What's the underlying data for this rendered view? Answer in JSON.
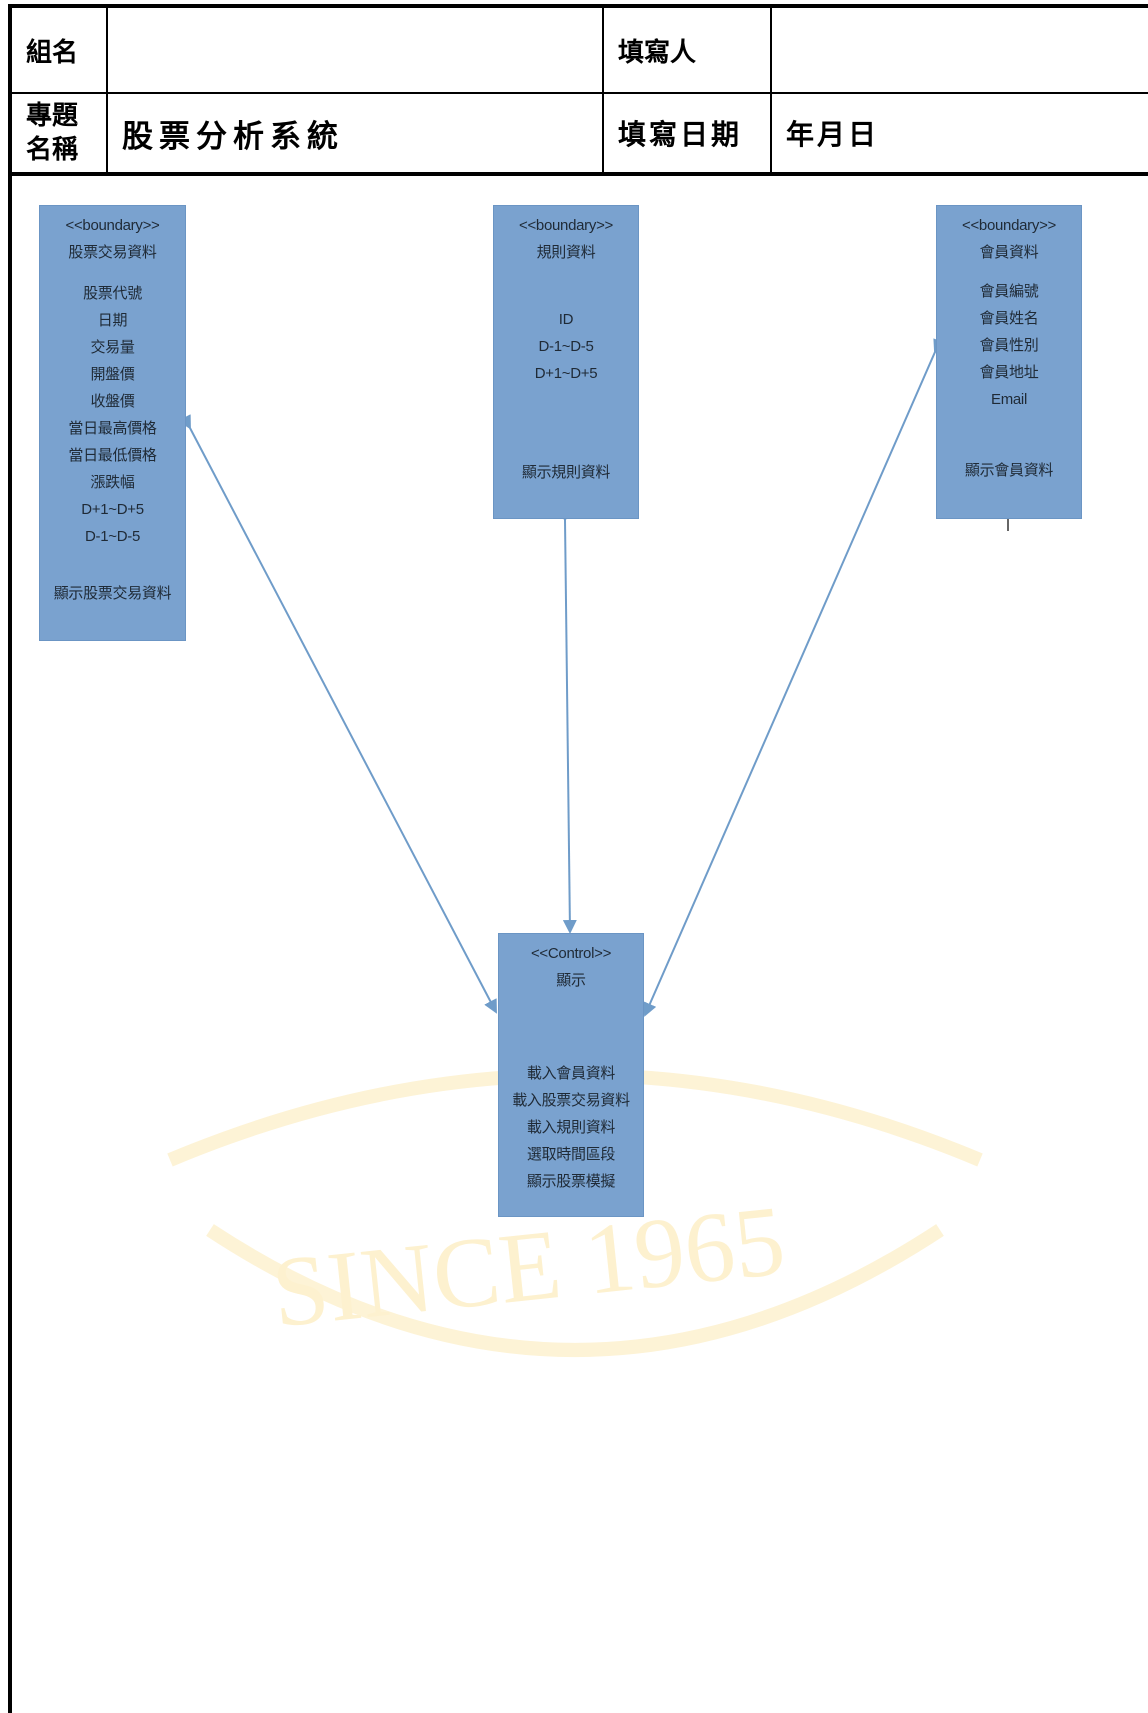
{
  "header": {
    "group_label": "組名",
    "group_value": "",
    "author_label": "填寫人",
    "author_value": "",
    "topic_label_line1": "專題",
    "topic_label_line2": "名稱",
    "topic_value": "股票分析系統",
    "date_label": "填寫日期",
    "date_value": "年月日"
  },
  "diagram": {
    "stock_box": {
      "stereotype": "<<boundary>>",
      "title": "股票交易資料",
      "attributes": [
        "股票代號",
        "日期",
        "交易量",
        "開盤價",
        "收盤價",
        "當日最高價格",
        "當日最低價格",
        "漲跌幅",
        "D+1~D+5",
        "D-1~D-5"
      ],
      "operation": "顯示股票交易資料"
    },
    "rule_box": {
      "stereotype": "<<boundary>>",
      "title": "規則資料",
      "attributes": [
        "ID",
        "D-1~D-5",
        "D+1~D+5"
      ],
      "operation": "顯示規則資料"
    },
    "member_box": {
      "stereotype": "<<boundary>>",
      "title": "會員資料",
      "attributes": [
        "會員編號",
        "會員姓名",
        "會員性別",
        "會員地址",
        "Email"
      ],
      "operation": "顯示會員資料"
    },
    "control_box": {
      "stereotype": "<<Control>>",
      "title": "顯示",
      "operations": [
        "載入會員資料",
        "載入股票交易資料",
        "載入規則資料",
        "選取時間區段",
        "顯示股票模擬"
      ]
    }
  },
  "watermark": {
    "text": "SINCE 1965",
    "color": "#fdf1cf"
  },
  "colors": {
    "box_fill": "#7aa2cf",
    "connector": "#6f9cc9"
  }
}
